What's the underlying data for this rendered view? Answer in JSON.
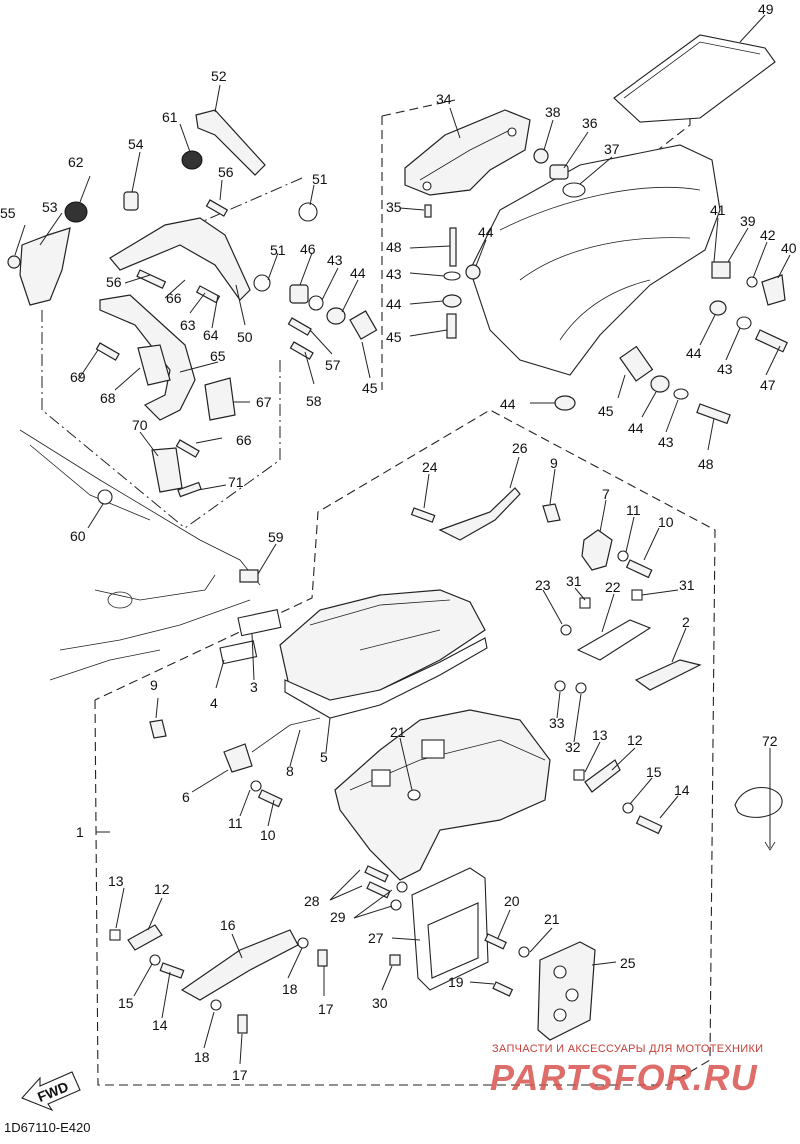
{
  "diagram_code": "1D67110-E420",
  "fwd_label": "FWD",
  "watermark": {
    "line1": "ЗАПЧАСТИ И АКСЕССУАРЫ ДЛЯ МОТОТЕХНИКИ",
    "brand": "PARTSFOR.RU"
  },
  "callouts": {
    "c1": "1",
    "c2": "2",
    "c3": "3",
    "c4": "4",
    "c5": "5",
    "c6": "6",
    "c7": "7",
    "c8": "8",
    "c9a": "9",
    "c9b": "9",
    "c10a": "10",
    "c10b": "10",
    "c11a": "11",
    "c11b": "11",
    "c12a": "12",
    "c12b": "12",
    "c13a": "13",
    "c13b": "13",
    "c14a": "14",
    "c14b": "14",
    "c15a": "15",
    "c15b": "15",
    "c16": "16",
    "c17a": "17",
    "c17b": "17",
    "c18a": "18",
    "c18b": "18",
    "c19": "19",
    "c20": "20",
    "c21a": "21",
    "c21b": "21",
    "c22": "22",
    "c23": "23",
    "c24": "24",
    "c25": "25",
    "c26": "26",
    "c27": "27",
    "c28": "28",
    "c29": "29",
    "c30": "30",
    "c31a": "31",
    "c31b": "31",
    "c32": "32",
    "c33": "33",
    "c34": "34",
    "c35": "35",
    "c36": "36",
    "c37": "37",
    "c38": "38",
    "c39": "39",
    "c40": "40",
    "c41": "41",
    "c42": "42",
    "c43a": "43",
    "c43b": "43",
    "c43c": "43",
    "c43d": "43",
    "c44a": "44",
    "c44b": "44",
    "c44c": "44",
    "c44d": "44",
    "c44e": "44",
    "c44f": "44",
    "c45a": "45",
    "c45b": "45",
    "c45c": "45",
    "c46": "46",
    "c47": "47",
    "c48a": "48",
    "c48b": "48",
    "c49": "49",
    "c50": "50",
    "c51a": "51",
    "c51b": "51",
    "c52": "52",
    "c53": "53",
    "c54": "54",
    "c55": "55",
    "c56a": "56",
    "c56b": "56",
    "c57": "57",
    "c58": "58",
    "c59": "59",
    "c60": "60",
    "c61": "61",
    "c62": "62",
    "c63": "63",
    "c64": "64",
    "c65": "65",
    "c66a": "66",
    "c66b": "66",
    "c67": "67",
    "c68": "68",
    "c69": "69",
    "c70": "70",
    "c71": "71",
    "c72": "72"
  }
}
